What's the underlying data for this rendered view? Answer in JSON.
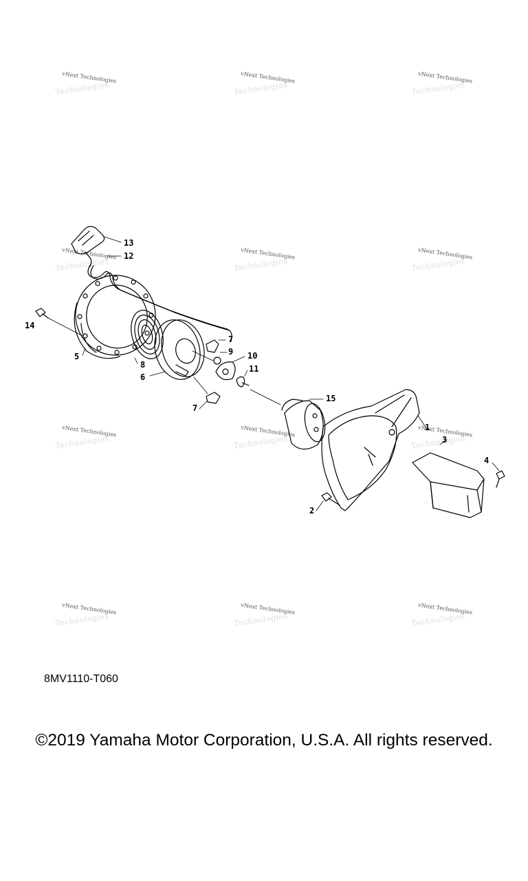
{
  "watermark_text_1": "vNext Technologies",
  "watermark_text_2": "Technologies",
  "callouts": {
    "c13": "13",
    "c12": "12",
    "c14": "14",
    "c5": "5",
    "c8": "8",
    "c6": "6",
    "c7a": "7",
    "c9": "9",
    "c10": "10",
    "c11": "11",
    "c7b": "7",
    "c15": "15",
    "c1": "1",
    "c3": "3",
    "c4": "4",
    "c2": "2"
  },
  "diagram_code": "8MV1110-T060",
  "copyright": "©2019 Yamaha Motor Corporation, U.S.A. All rights reserved."
}
